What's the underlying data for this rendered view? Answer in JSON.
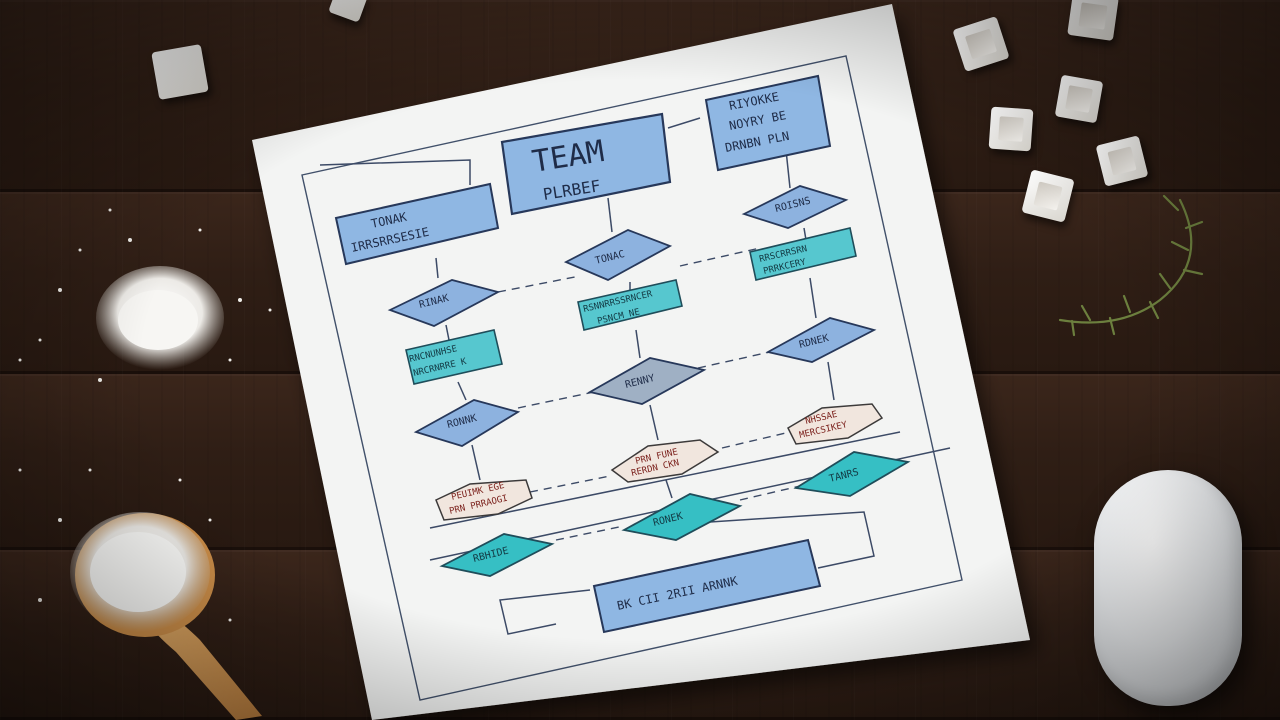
{
  "scene": {
    "description_colors": {
      "table_wood": "#2f1e15",
      "paper": "#f4f5f4",
      "box_blue": "#8cb6e3",
      "box_teal": "#4ec5c6",
      "ink": "#2a3a55"
    }
  },
  "flowchart": {
    "title_line1": "TEAM",
    "title_line2": "PLRBEF",
    "top_right_box": [
      "RIYOKKE",
      "NOYRY BE",
      "DRNBN PLN"
    ],
    "left_box": [
      "TONAK",
      "IRRSRRSESIE"
    ],
    "diamonds": {
      "d_mid_top": "TONAC",
      "d_right_top": "ROISNS",
      "d_left_1": "RINAK",
      "d_left_2": "RONNK",
      "d_mid_2": "RENNY",
      "d_right_2": "RDNEK",
      "d_right_3": "TANRS",
      "d_mid_bottom": "RONEK",
      "d_left_bottom": "RBHIDE"
    },
    "teal_boxes": {
      "right_top": [
        "RRSCRRSRN",
        "PRRKCERY"
      ],
      "mid": [
        "RSNNRRSSRNCER",
        "PSNCM NE"
      ],
      "left": [
        "RNCNUNHSE",
        "NRCRNRRE K"
      ]
    },
    "hex_notes": {
      "left": [
        "PEUIMK EGE",
        "PRN PRRAOGI"
      ],
      "mid": [
        "PRN FUNE",
        "RERDN CKN"
      ],
      "right": [
        "NHSSAE",
        "MERCSIKEY"
      ]
    },
    "bottom_box": "BK CII 2RII ARNNK"
  }
}
